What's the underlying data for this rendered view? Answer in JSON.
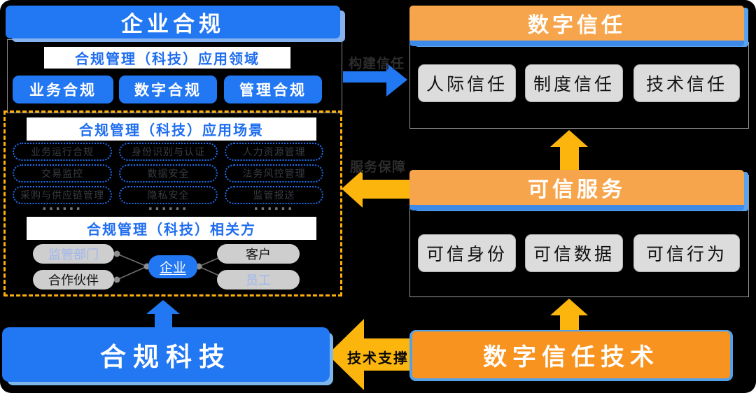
{
  "left": {
    "header": "企业合规",
    "domain": {
      "title": "合规管理（科技）应用领域",
      "items": [
        "业务合规",
        "数字合规",
        "管理合规"
      ]
    },
    "scenes": {
      "title": "合规管理（科技）应用场景",
      "rows": [
        [
          "业务运行合规",
          "身份识别与认证",
          "人力资源管理"
        ],
        [
          "交易监控",
          "数据安全",
          "法务风控管理"
        ],
        [
          "采购与供应链管理",
          "隐私安全",
          "监管报送"
        ]
      ],
      "ellipsis": "......"
    },
    "parties": {
      "title": "合规管理（科技）相关方",
      "center": "企业",
      "left_items": [
        "监管部门",
        "合作伙伴"
      ],
      "right_items": [
        "客户",
        "员工"
      ]
    },
    "tech": "合规科技"
  },
  "right": {
    "digital_trust": {
      "title": "数字信任",
      "items": [
        "人际信任",
        "制度信任",
        "技术信任"
      ]
    },
    "trusted_services": {
      "title": "可信服务",
      "items": [
        "可信身份",
        "可信数据",
        "可信行为"
      ]
    },
    "tech": "数字信任技术"
  },
  "arrows": {
    "build_trust": "构建信任",
    "service_guarantee": "服务保障",
    "tech_support": "技术支撑"
  },
  "colors": {
    "blue": "#2277f2",
    "light_blue_edge": "#85b2ef",
    "orange_header": "#f7a54c",
    "orange_deep": "#f7931e",
    "yellow_arrow": "#fbb50d",
    "dashed_border": "#ffaf0c",
    "gray_card": "#dcdcdc",
    "background": "#000000"
  }
}
